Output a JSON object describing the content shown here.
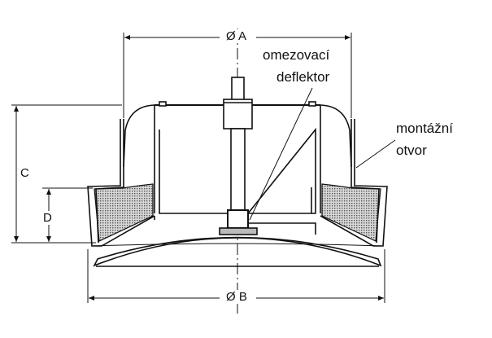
{
  "dimensions": {
    "a": "Ø A",
    "b": "Ø B",
    "c": "C",
    "d": "D"
  },
  "annotations": {
    "deflector": [
      "omezovací",
      "deflektor"
    ],
    "mounting_hole": [
      "montážní",
      "otvor"
    ]
  },
  "colors": {
    "line": "#111111",
    "fill_hatch": "#9a9a9a"
  }
}
